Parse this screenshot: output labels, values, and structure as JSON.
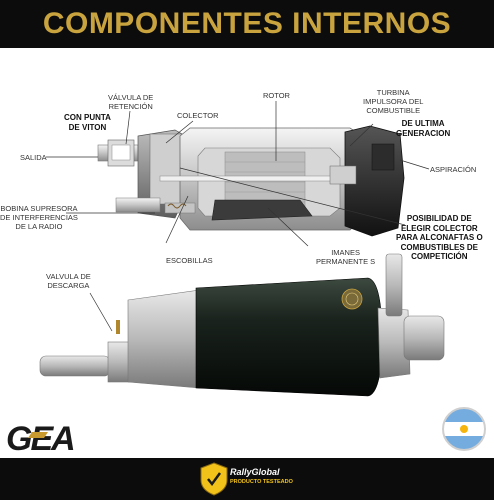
{
  "header": {
    "title": "COMPONENTES INTERNOS"
  },
  "labels": {
    "valvula_retencion": [
      "VÁLVULA DE",
      "RETENCIÓN"
    ],
    "rotor": "ROTOR",
    "turbina": [
      "TURBINA",
      "IMPULSORA DEL",
      "COMBUSTIBLE"
    ],
    "ultima_generacion": [
      "DE ULTIMA",
      "GENERACION"
    ],
    "punta_viton": [
      "CON PUNTA",
      "DE VITON"
    ],
    "colector": "COLECTOR",
    "salida": "SALIDA",
    "aspiracion": "ASPIRACIÓN",
    "bobina": [
      "BOBINA SUPRESORA",
      "DE INTERFERENCIAS",
      "DE LA RADIO"
    ],
    "posibilidad": [
      "POSIBILIDAD DE",
      "ELEGIR COLECTOR",
      "PARA ALCONAFTAS O",
      "COMBUSTIBLES DE",
      "COMPETICIÓN"
    ],
    "escobillas": "ESCOBILLAS",
    "imanes": [
      "IMANES",
      "PERMANENTE S"
    ],
    "valvula_descarga": [
      "VALVULA DE",
      "DESCARGA"
    ]
  },
  "branding": {
    "logo_text": "GEA",
    "badge_name": "RallyGlobal",
    "badge_sub": "PRODUCTO TESTEADO",
    "flag": "argentina-flag-icon"
  },
  "colors": {
    "header_bg": "#0c0c0c",
    "title_gold": "#c9a33e",
    "logo_gold": "#c99a2e",
    "flag_blue": "#74acdf",
    "sun_yellow": "#f6b40e"
  }
}
